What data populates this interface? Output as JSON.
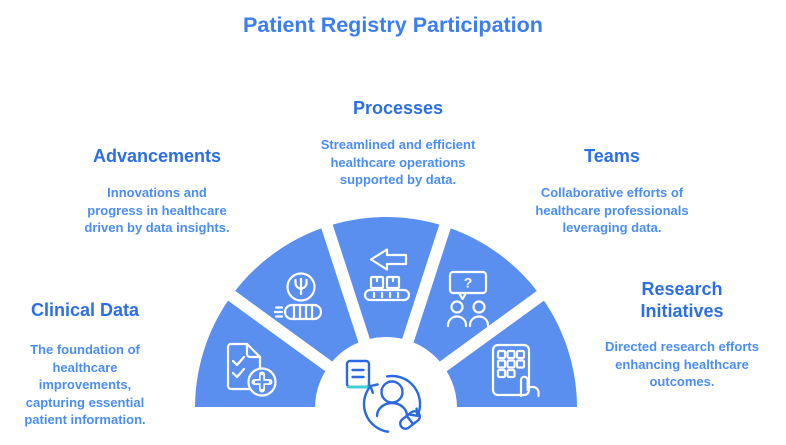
{
  "title": "Patient Registry Participation",
  "colors": {
    "title-blue": "#3d7df2",
    "heading-blue": "#2c6fe4",
    "body-blue": "#4b8ef2",
    "segment-blue": "#5a8ff0",
    "icon-white": "#ffffff",
    "center-blue": "#2b69e2",
    "accent-cyan": "#35d3d6"
  },
  "sections": {
    "clinical_data": {
      "heading": "Clinical Data",
      "body": "The foundation of\nhealthcare\nimprovements,\ncapturing essential\npatient information."
    },
    "advancements": {
      "heading": "Advancements",
      "body": "Innovations and\nprogress in healthcare\ndriven by data insights."
    },
    "processes": {
      "heading": "Processes",
      "body": "Streamlined and efficient\nhealthcare operations\nsupported by data."
    },
    "teams": {
      "heading": "Teams",
      "body": "Collaborative efforts of\nhealthcare professionals\nleveraging data."
    },
    "research_initiatives": {
      "heading": "Research\nInitiatives",
      "body": "Directed research efforts\nenhancing healthcare\noutcomes."
    }
  },
  "diagram": {
    "type": "semicircular-fan",
    "segment_count": 5,
    "segments": [
      {
        "section": "Clinical Data",
        "icon": "document-checklist-plus-icon",
        "position": "lower-left"
      },
      {
        "section": "Advancements",
        "icon": "psi-medication-strip-icon",
        "position": "upper-left"
      },
      {
        "section": "Processes",
        "icon": "conveyor-return-arrow-icon",
        "position": "top"
      },
      {
        "section": "Teams",
        "icon": "question-bubble-people-icon",
        "position": "upper-right"
      },
      {
        "section": "Research Initiatives",
        "icon": "tablet-keypad-hand-icon",
        "position": "lower-right"
      }
    ],
    "center_icon": "patient-record-cycle-pill-icon",
    "teams_bubble_glyph": "?"
  }
}
